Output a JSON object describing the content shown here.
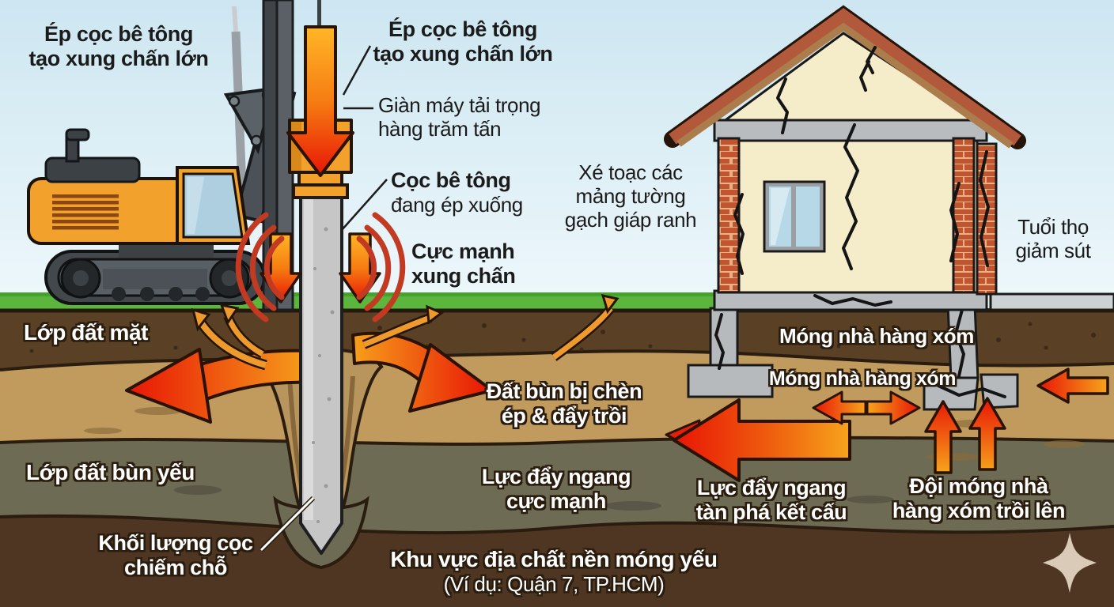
{
  "labels": {
    "top_left_line1": "Ép cọc bê tông",
    "top_left_line2": "tạo xung chấn lớn",
    "top_center_line1": "Ép cọc bê tông",
    "top_center_line2": "tạo xung chấn lớn",
    "rig_line1": "Giàn máy tải trọng",
    "rig_line2": "hàng trăm tấn",
    "pile_line1": "Cọc bê tông",
    "pile_line2": "đang ép xuống",
    "shock_line1": "Cực mạnh",
    "shock_line2": "xung chấn",
    "tear_line1": "Xé toạc các",
    "tear_line2": "mảng tường",
    "tear_line3": "gạch giáp ranh",
    "lifespan_line1": "Tuổi thọ",
    "lifespan_line2": "giảm sút",
    "topsoil": "Lớp đất mặt",
    "foundation1": "Móng nhà hàng xóm",
    "foundation2": "Móng nhà hàng xóm",
    "mud_line1": "Đất bùn bị chèn",
    "mud_line2": "ép & đẩy trồi",
    "weak_layer": "Lớp đất bùn yếu",
    "push_line1": "Lực đẩy ngang",
    "push_line2": "cực mạnh",
    "destroy_line1": "Lực đẩy ngang",
    "destroy_line2": "tàn phá kết cấu",
    "heave_line1": "Đội móng nhà",
    "heave_line2": "hàng xóm trồi lên",
    "pile_mass_line1": "Khối lượng cọc",
    "pile_mass_line2": "chiếm chỗ",
    "area_line1": "Khu vực địa chất nền móng yếu",
    "area_line2": "(Ví dụ: Quận 7, TP.HCM)"
  },
  "colors": {
    "sky": "#d7ecf4",
    "grass": "#5cb53d",
    "topsoil": "#5a4126",
    "sand": "#c09b5d",
    "sand_sag": "#b8955c",
    "mud": "#6d6b54",
    "deep_soil": "#4e3623",
    "arrow_red": "#e42008",
    "arrow_orange": "#f7a41c",
    "shockwave": "#c23a22",
    "machine_orange": "#f2a12c",
    "house_wall": "#f5ecca",
    "roof": "#b2593b",
    "roof_fascia": "#ab7c4c",
    "brick": "#c1552f",
    "concrete": "#b9bcbe",
    "pile_concrete": "#c6c6c6",
    "crack": "#151515",
    "outline": "#2a1d0e",
    "sparkle": "#dacbb9"
  }
}
